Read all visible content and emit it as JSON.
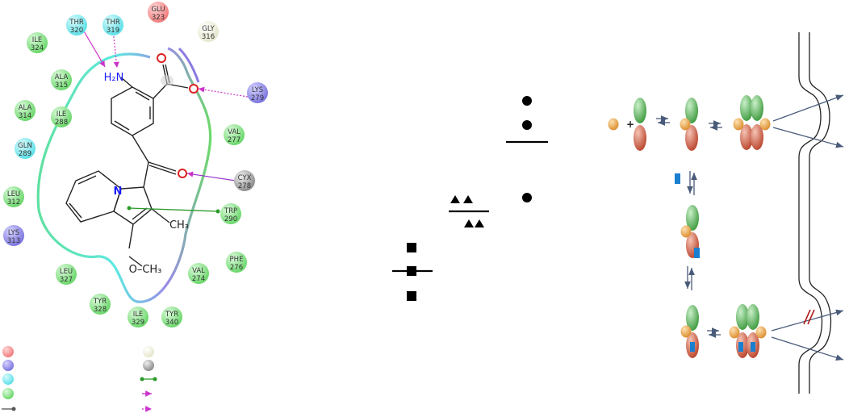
{
  "interaction_map": {
    "residues": [
      {
        "name": "GLU",
        "num": "323",
        "kind": "negative"
      },
      {
        "name": "THR",
        "num": "320",
        "kind": "polar"
      },
      {
        "name": "THR",
        "num": "319",
        "kind": "polar"
      },
      {
        "name": "GLY",
        "num": "316",
        "kind": "glycine"
      },
      {
        "name": "ILE",
        "num": "324",
        "kind": "hydrophobic"
      },
      {
        "name": "ALA",
        "num": "315",
        "kind": "hydrophobic"
      },
      {
        "name": "ALA",
        "num": "314",
        "kind": "hydrophobic"
      },
      {
        "name": "ILE",
        "num": "288",
        "kind": "hydrophobic"
      },
      {
        "name": "GLN",
        "num": "289",
        "kind": "polar"
      },
      {
        "name": "LEU",
        "num": "312",
        "kind": "hydrophobic"
      },
      {
        "name": "LYS",
        "num": "313",
        "kind": "positive"
      },
      {
        "name": "LYS",
        "num": "279",
        "kind": "positive"
      },
      {
        "name": "VAL",
        "num": "277",
        "kind": "hydrophobic"
      },
      {
        "name": "CYX",
        "num": "278",
        "kind": "other"
      },
      {
        "name": "TRP",
        "num": "290",
        "kind": "hydrophobic"
      },
      {
        "name": "PHE",
        "num": "276",
        "kind": "hydrophobic"
      },
      {
        "name": "VAL",
        "num": "274",
        "kind": "hydrophobic"
      },
      {
        "name": "LEU",
        "num": "327",
        "kind": "hydrophobic"
      },
      {
        "name": "TYR",
        "num": "328",
        "kind": "hydrophobic"
      },
      {
        "name": "ILE",
        "num": "329",
        "kind": "hydrophobic"
      },
      {
        "name": "TYR",
        "num": "340",
        "kind": "hydrophobic"
      }
    ],
    "atoms": {
      "amine": "H₂N",
      "carboxyl_o1": "O",
      "carboxyl_o2": "O",
      "ketone_o": "O",
      "ring_n": "N",
      "methyl": "CH₃",
      "methoxy": "O–CH₃"
    },
    "colors": {
      "negative": "#f27c7c",
      "positive": "#8a84e8",
      "polar": "#6fe8ee",
      "hydrophobic": "#7fe07f",
      "glycine": "#f0f0dc",
      "other": "#a8a8a8",
      "hbond_side": "#cc33cc",
      "pipi": "#2a9a2a"
    }
  },
  "models": {
    "ratio_groups": [
      "circles",
      "triangles",
      "squares"
    ]
  },
  "pathway": {
    "plus_label": "+",
    "colors": {
      "green": "#4ea84e",
      "red": "#c8553d",
      "orange": "#e5a04a",
      "blue": "#1b7fd0",
      "arrow": "#4a5b7a",
      "blocked": "#b01e1e"
    }
  }
}
